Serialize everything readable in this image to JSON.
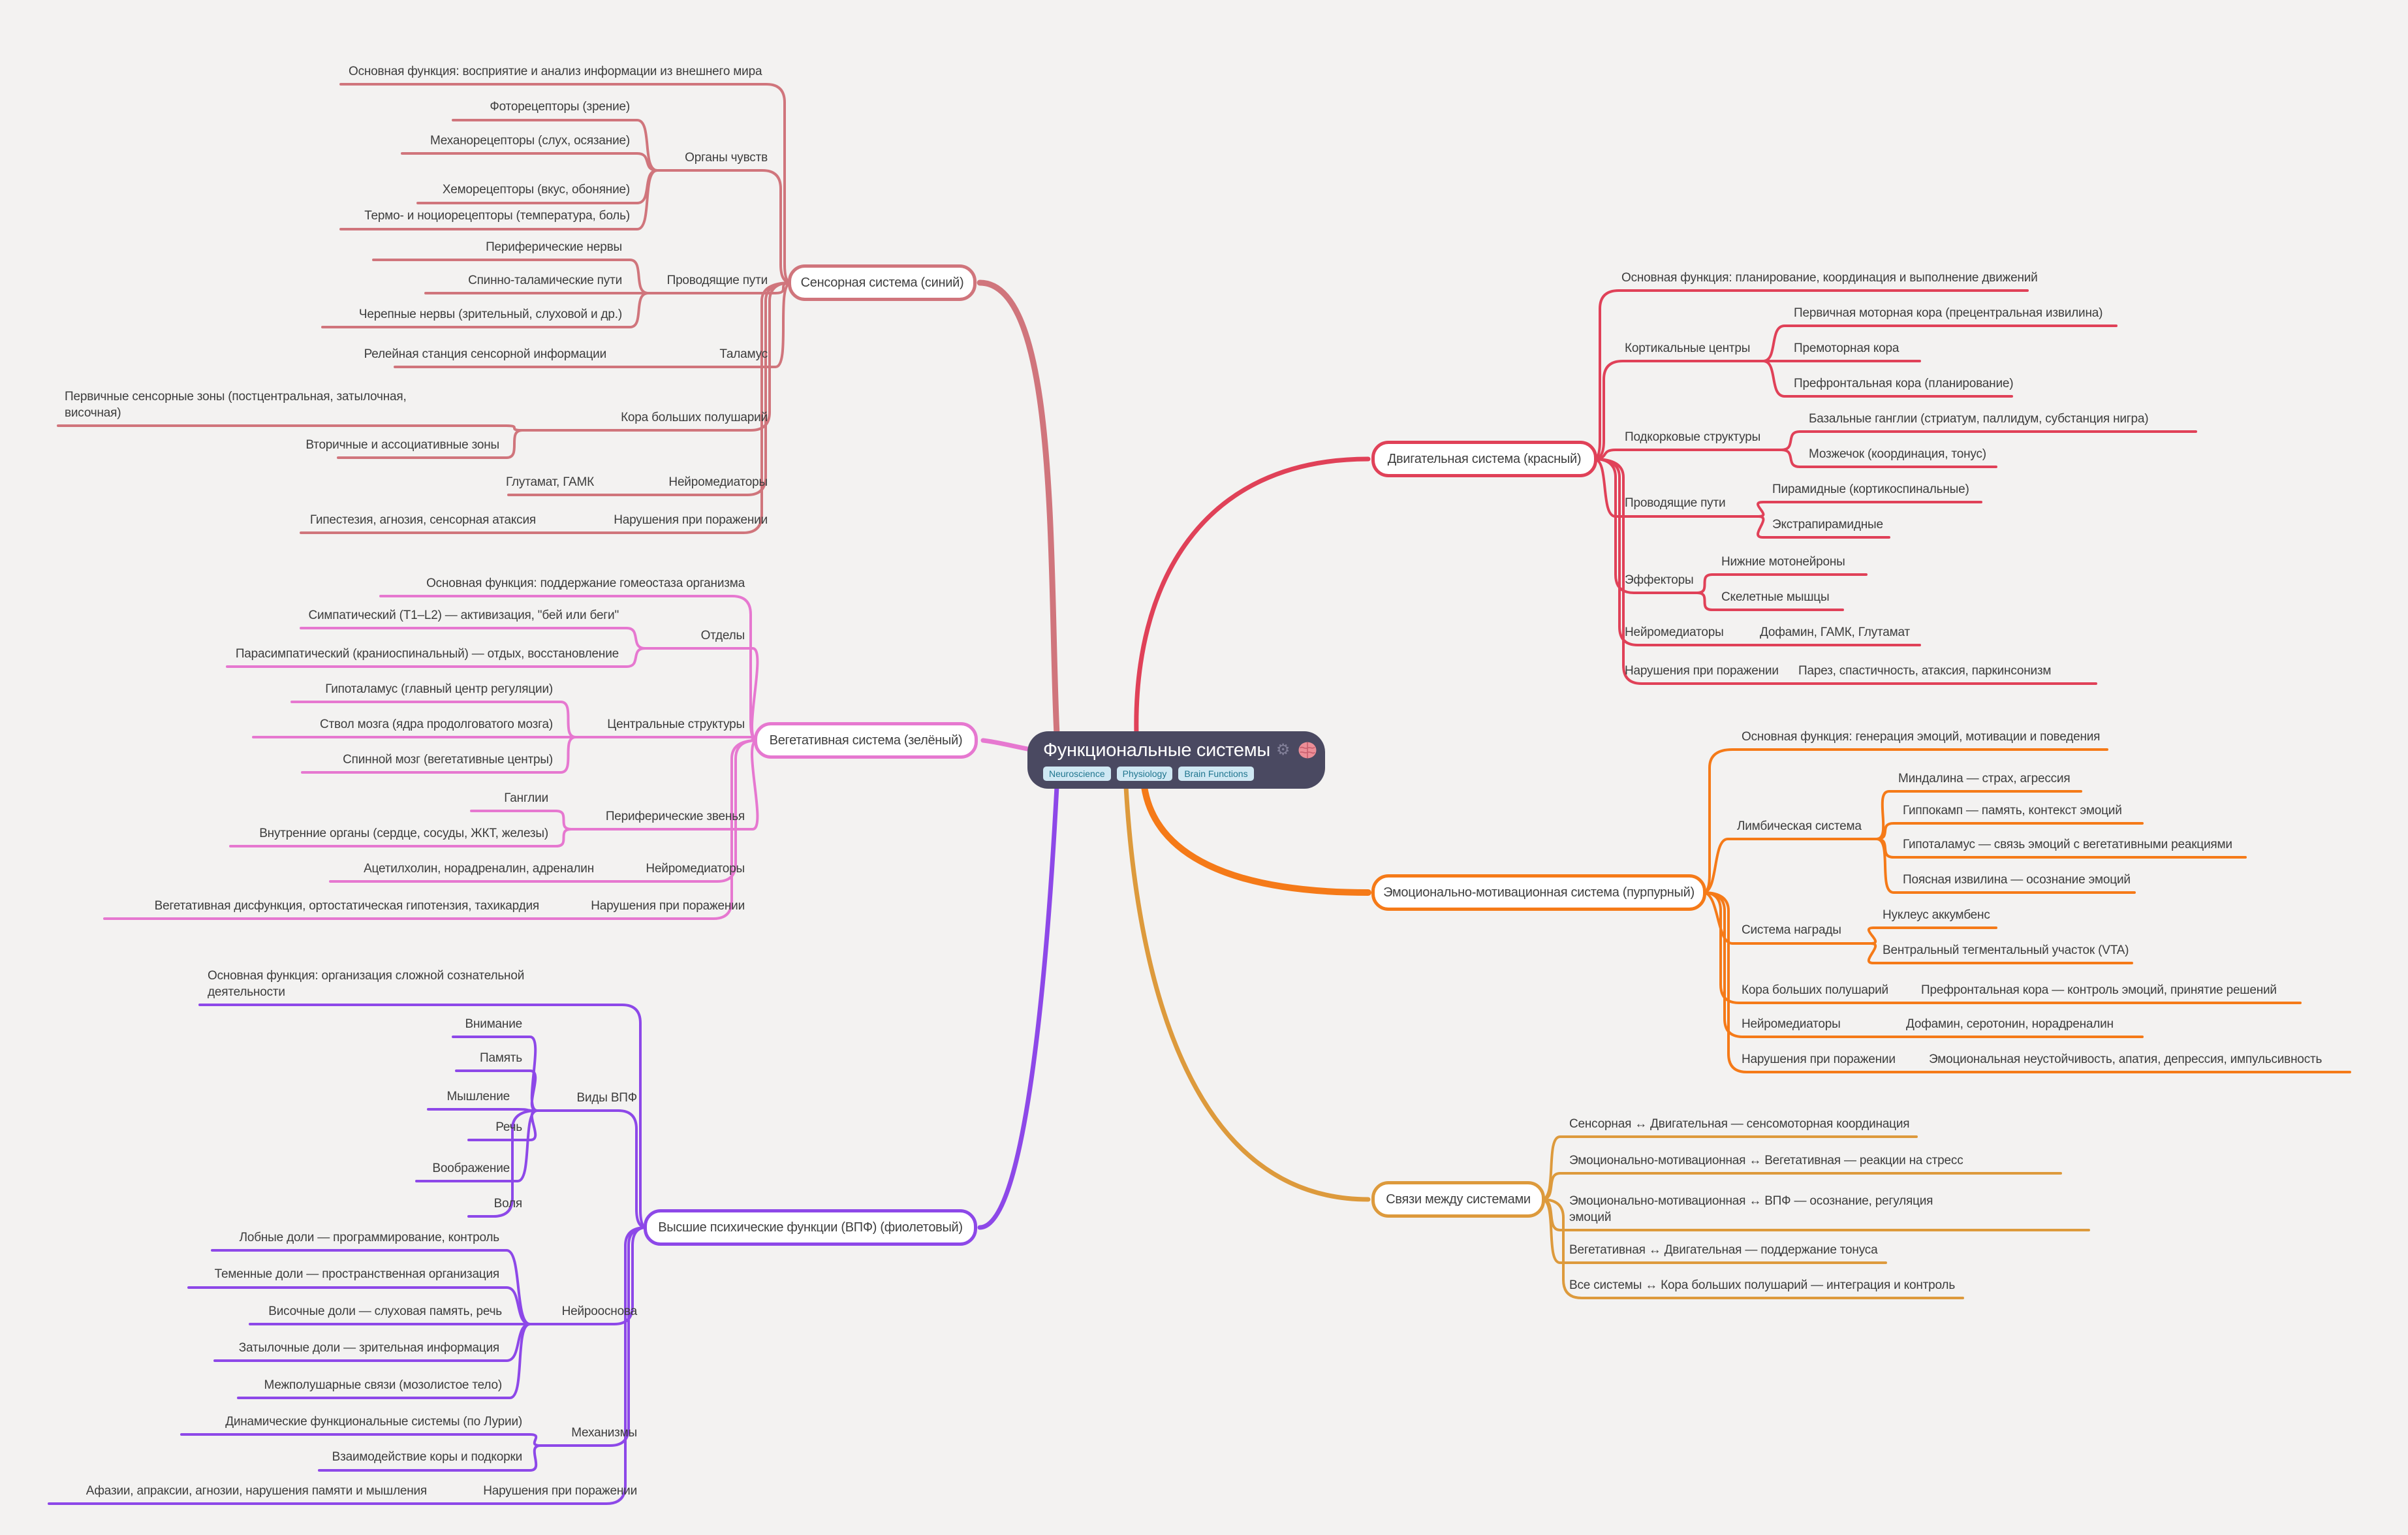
{
  "background": "#f3f2f1",
  "central": {
    "title": "Функциональные системы",
    "tags": [
      "Neuroscience",
      "Physiology",
      "Brain Functions"
    ],
    "icons": [
      "gear-icon",
      "brain-icon"
    ],
    "color": "#4a4961"
  },
  "branches": [
    {
      "id": "sensory",
      "label": "Сенсорная система (синий)",
      "color": "#d0757c",
      "children": [
        {
          "id": "s_func",
          "label": "Основная функция: восприятие и анализ информации из внешнего мира"
        },
        {
          "id": "s_organs",
          "label": "Органы чувств",
          "children": [
            {
              "id": "s_photo",
              "label": "Фоторецепторы (зрение)"
            },
            {
              "id": "s_mech",
              "label": "Механорецепторы (слух, осязание)"
            },
            {
              "id": "s_chemo",
              "label": "Хеморецепторы (вкус, обоняние)"
            },
            {
              "id": "s_thermo",
              "label": "Термо- и ноциорецепторы (температура, боль)"
            }
          ]
        },
        {
          "id": "s_paths",
          "label": "Проводящие пути",
          "children": [
            {
              "id": "s_periph",
              "label": "Периферические нервы"
            },
            {
              "id": "s_spino",
              "label": "Спинно-таламические пути"
            },
            {
              "id": "s_cranial",
              "label": "Черепные нервы (зрительный, слуховой и др.)"
            }
          ]
        },
        {
          "id": "s_thal",
          "label": "Таламус",
          "children": [
            {
              "id": "s_relay",
              "label": "Релейная станция сенсорной информации"
            }
          ]
        },
        {
          "id": "s_cortex",
          "label": "Кора больших полушарий",
          "children": [
            {
              "id": "s_primary",
              "label": "Первичные сенсорные зоны (постцентральная, затылочная, височная)"
            },
            {
              "id": "s_secondary",
              "label": "Вторичные и ассоциативные зоны"
            }
          ]
        },
        {
          "id": "s_neuro",
          "label": "Нейромедиаторы",
          "children": [
            {
              "id": "s_glut",
              "label": "Глутамат, ГАМК"
            }
          ]
        },
        {
          "id": "s_dis",
          "label": "Нарушения при поражении",
          "children": [
            {
              "id": "s_dis1",
              "label": "Гипестезия, агнозия, сенсорная атаксия"
            }
          ]
        }
      ]
    },
    {
      "id": "motor",
      "label": "Двигательная система (красный)",
      "color": "#e04158",
      "children": [
        {
          "id": "m_func",
          "label": "Основная функция: планирование, координация и выполнение движений"
        },
        {
          "id": "m_cortical",
          "label": "Кортикальные центры",
          "children": [
            {
              "id": "m_primary",
              "label": "Первичная моторная кора (прецентральная извилина)"
            },
            {
              "id": "m_premotor",
              "label": "Премоторная кора"
            },
            {
              "id": "m_prefrontal",
              "label": "Префронтальная кора (планирование)"
            }
          ]
        },
        {
          "id": "m_subcort",
          "label": "Подкорковые структуры",
          "children": [
            {
              "id": "m_basal",
              "label": "Базальные ганглии (стриатум, паллидум, субстанция нигра)"
            },
            {
              "id": "m_cereb",
              "label": "Мозжечок (координация, тонус)"
            }
          ]
        },
        {
          "id": "m_paths",
          "label": "Проводящие пути",
          "children": [
            {
              "id": "m_pyram",
              "label": "Пирамидные (кортикоспинальные)"
            },
            {
              "id": "m_extra",
              "label": "Экстрапирамидные"
            }
          ]
        },
        {
          "id": "m_eff",
          "label": "Эффекторы",
          "children": [
            {
              "id": "m_lower",
              "label": "Нижние мотонейроны"
            },
            {
              "id": "m_muscles",
              "label": "Скелетные мышцы"
            }
          ]
        },
        {
          "id": "m_neuro",
          "label": "Нейромедиаторы",
          "children": [
            {
              "id": "m_dopa",
              "label": "Дофамин, ГАМК, Глутамат"
            }
          ]
        },
        {
          "id": "m_dis",
          "label": "Нарушения при поражении",
          "children": [
            {
              "id": "m_dis1",
              "label": "Парез, спастичность, атаксия, паркинсонизм"
            }
          ]
        }
      ]
    },
    {
      "id": "vegetative",
      "label": "Вегетативная система (зелёный)",
      "color": "#e678d0",
      "children": [
        {
          "id": "v_func",
          "label": "Основная функция: поддержание гомеостаза организма"
        },
        {
          "id": "v_sections",
          "label": "Отделы",
          "children": [
            {
              "id": "v_symp",
              "label": "Симпатический (T1–L2) — активизация, \"бей или беги\""
            },
            {
              "id": "v_parasymp",
              "label": "Парасимпатический (краниоспинальный) — отдых, восстановление"
            }
          ]
        },
        {
          "id": "v_central",
          "label": "Центральные структуры",
          "children": [
            {
              "id": "v_hypo",
              "label": "Гипоталамус (главный центр регуляции)"
            },
            {
              "id": "v_brainstem",
              "label": "Ствол мозга (ядра продолговатого мозга)"
            },
            {
              "id": "v_spinal",
              "label": "Спинной мозг (вегетативные центры)"
            }
          ]
        },
        {
          "id": "v_periph",
          "label": "Периферические звенья",
          "children": [
            {
              "id": "v_gang",
              "label": "Ганглии"
            },
            {
              "id": "v_organs",
              "label": "Внутренние органы (сердце, сосуды, ЖКТ, железы)"
            }
          ]
        },
        {
          "id": "v_neuro",
          "label": "Нейромедиаторы",
          "children": [
            {
              "id": "v_acetyl",
              "label": "Ацетилхолин, норадреналин, адреналин"
            }
          ]
        },
        {
          "id": "v_dis",
          "label": "Нарушения при поражении",
          "children": [
            {
              "id": "v_dis1",
              "label": "Вегетативная дисфункция, ортостатическая гипотензия, тахикардия"
            }
          ]
        }
      ]
    },
    {
      "id": "emotional",
      "label": "Эмоционально-мотивационная система (пурпурный)",
      "color": "#f57a18",
      "children": [
        {
          "id": "e_func",
          "label": "Основная функция: генерация эмоций, мотивации и поведения"
        },
        {
          "id": "e_limbic",
          "label": "Лимбическая система",
          "children": [
            {
              "id": "e_amyg",
              "label": "Миндалина — страх, агрессия"
            },
            {
              "id": "e_hippo",
              "label": "Гиппокамп — память, контекст эмоций"
            },
            {
              "id": "e_hypo",
              "label": "Гипоталамус — связь эмоций с вегетативными реакциями"
            },
            {
              "id": "e_cing",
              "label": "Поясная извилина — осознание эмоций"
            }
          ]
        },
        {
          "id": "e_reward",
          "label": "Система награды",
          "children": [
            {
              "id": "e_nucleus",
              "label": "Нуклеус аккумбенс"
            },
            {
              "id": "e_vta",
              "label": "Вентральный тегментальный участок (VTA)"
            }
          ]
        },
        {
          "id": "e_cortex",
          "label": "Кора больших полушарий",
          "children": [
            {
              "id": "e_prefront",
              "label": "Префронтальная кора — контроль эмоций, принятие решений"
            }
          ]
        },
        {
          "id": "e_neuro",
          "label": "Нейромедиаторы",
          "children": [
            {
              "id": "e_dopa",
              "label": "Дофамин, серотонин, норадреналин"
            }
          ]
        },
        {
          "id": "e_dis",
          "label": "Нарушения при поражении",
          "children": [
            {
              "id": "e_dis1",
              "label": "Эмоциональная неустойчивость, апатия, депрессия, импульсивность"
            }
          ]
        }
      ]
    },
    {
      "id": "vpf",
      "label": "Высшие психические функции (ВПФ) (фиолетовый)",
      "color": "#8d48e8",
      "children": [
        {
          "id": "f_func",
          "label": "Основная функция: организация сложной сознательной деятельности"
        },
        {
          "id": "f_types",
          "label": "Виды ВПФ",
          "children": [
            {
              "id": "f_att",
              "label": "Внимание"
            },
            {
              "id": "f_mem",
              "label": "Память"
            },
            {
              "id": "f_think",
              "label": "Мышление"
            },
            {
              "id": "f_speech",
              "label": "Речь"
            },
            {
              "id": "f_imag",
              "label": "Воображение"
            },
            {
              "id": "f_will",
              "label": "Воля"
            }
          ]
        },
        {
          "id": "f_neuro",
          "label": "Нейрооснова",
          "children": [
            {
              "id": "f_frontal",
              "label": "Лобные доли — программирование, контроль"
            },
            {
              "id": "f_parietal",
              "label": "Теменные доли — пространственная организация"
            },
            {
              "id": "f_temporal",
              "label": "Височные доли — слуховая память, речь"
            },
            {
              "id": "f_occip",
              "label": "Затылочные доли — зрительная информация"
            },
            {
              "id": "f_inter",
              "label": "Межполушарные связи (мозолистое тело)"
            }
          ]
        },
        {
          "id": "f_mech",
          "label": "Механизмы",
          "children": [
            {
              "id": "f_dyn",
              "label": "Динамические функциональные системы (по Лурии)"
            },
            {
              "id": "f_inter2",
              "label": "Взаимодействие коры и подкорки"
            }
          ]
        },
        {
          "id": "f_dis",
          "label": "Нарушения при поражении",
          "children": [
            {
              "id": "f_dis1",
              "label": "Афазии, апраксии, агнозии, нарушения памяти и мышления"
            }
          ]
        }
      ]
    },
    {
      "id": "links",
      "label": "Связи между системами",
      "color": "#dd9a3c",
      "children": [
        {
          "id": "l1",
          "label": "Сенсорная ↔ Двигательная — сенсомоторная координация"
        },
        {
          "id": "l2",
          "label": "Эмоционально-мотивационная ↔ Вегетативная — реакции на стресс"
        },
        {
          "id": "l3",
          "label": "Эмоционально-мотивационная ↔ ВПФ — осознание, регуляция эмоций"
        },
        {
          "id": "l4",
          "label": "Вегетативная ↔ Двигательная — поддержание тонуса"
        },
        {
          "id": "l5",
          "label": "Все системы ↔ Кора больших полушарий — интеграция и контроль"
        }
      ]
    }
  ]
}
